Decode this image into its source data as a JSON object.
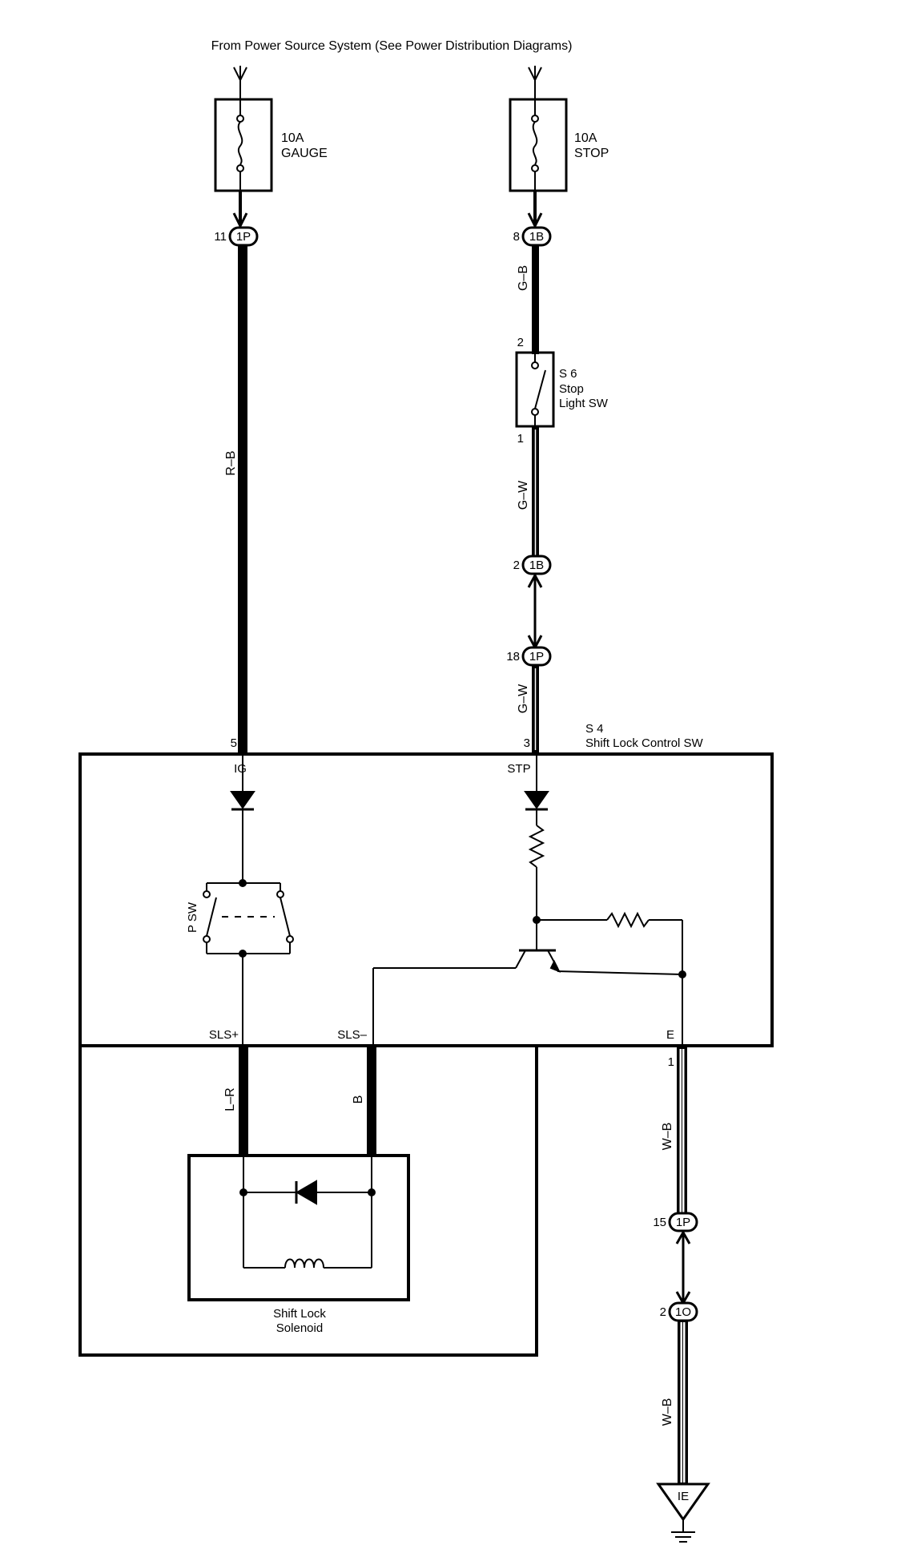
{
  "header": {
    "source_note": "From Power Source System (See Power Distribution Diagrams)"
  },
  "fuses": [
    {
      "rating": "10A",
      "name": "GAUGE"
    },
    {
      "rating": "10A",
      "name": "STOP"
    }
  ],
  "connectors": {
    "c1": {
      "pin": "11",
      "label": "1P"
    },
    "c2": {
      "pin": "8",
      "label": "1B"
    },
    "c3": {
      "pin": "2",
      "label": "1B"
    },
    "c4": {
      "pin": "18",
      "label": "1P"
    },
    "c5": {
      "pin": "15",
      "label": "1P"
    },
    "c6": {
      "pin": "2",
      "label": "1O"
    }
  },
  "wires": {
    "rb": "R–B",
    "gb": "G–B",
    "gw1": "G–W",
    "gw2": "G–W",
    "lr": "L–R",
    "b": "B",
    "wb1": "W–B",
    "wb2": "W–B"
  },
  "stop_light_sw": {
    "code": "S 6",
    "name_line1": "Stop",
    "name_line2": "Light SW",
    "pin_top": "2",
    "pin_bottom": "1"
  },
  "control_sw": {
    "code": "S 4",
    "name": "Shift Lock Control SW",
    "pin_ig": "5",
    "pin_stp": "3",
    "pin_e": "1",
    "term_ig": "IG",
    "term_stp": "STP",
    "term_sls_plus": "SLS+",
    "term_sls_minus": "SLS–",
    "term_e": "E",
    "p_sw": "P SW"
  },
  "solenoid": {
    "name_line1": "Shift Lock",
    "name_line2": "Solenoid"
  },
  "ground": {
    "label": "IE"
  }
}
